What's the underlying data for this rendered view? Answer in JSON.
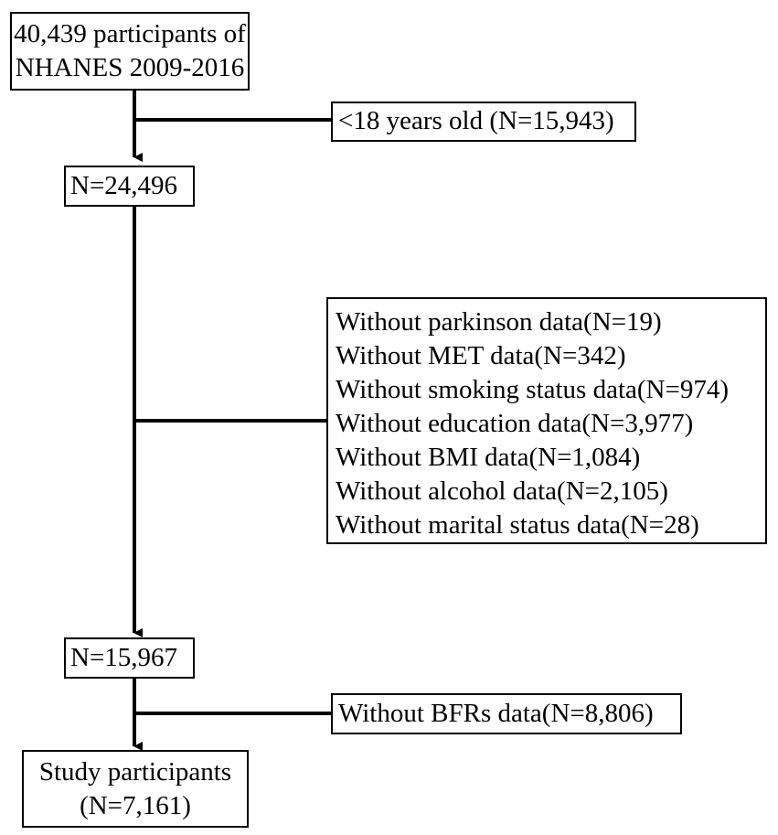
{
  "flowchart": {
    "start_box": {
      "lines": [
        "40,439 participants of",
        "NHANES 2009-2016"
      ]
    },
    "exclusion_1": {
      "lines": [
        "<18 years old (N=15,943)"
      ]
    },
    "step_1": {
      "lines": [
        "N=24,496"
      ]
    },
    "exclusion_2": {
      "lines": [
        "Without parkinson data(N=19)",
        "Without MET data(N=342)",
        "Without smoking status data(N=974)",
        "Without education data(N=3,977)",
        "Without BMI data(N=1,084)",
        "Without alcohol data(N=2,105)",
        "Without marital status data(N=28)"
      ]
    },
    "step_2": {
      "lines": [
        "N=15,967"
      ]
    },
    "exclusion_3": {
      "lines": [
        "Without BFRs data(N=8,806)"
      ]
    },
    "final_box": {
      "lines": [
        "Study participants",
        "(N=7,161)"
      ]
    }
  },
  "colors": {
    "line": "#000000",
    "background": "#ffffff"
  }
}
